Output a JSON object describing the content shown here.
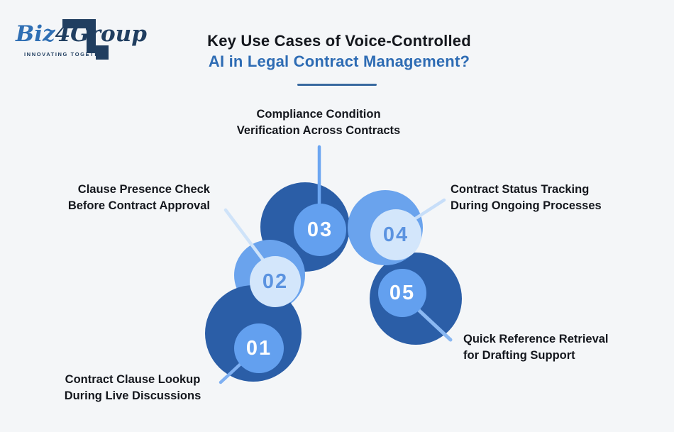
{
  "page": {
    "background": "#f4f6f8"
  },
  "logo": {
    "brand_prefix": "Biz",
    "brand_digit": "4",
    "brand_suffix": "Group",
    "tagline": "INNOVATING TOGETHER",
    "colors": {
      "prefix_blue": "#2f6fb4",
      "navy": "#203e60"
    }
  },
  "header": {
    "title_line1": "Key Use Cases of Voice-Controlled",
    "title_line2": "AI in Legal Contract Management?",
    "colors": {
      "line1": "#14171d",
      "line2": "#2e6cb4",
      "underline": "#38699f"
    }
  },
  "diagram": {
    "palette": {
      "dark_circle": "#2b5ea7",
      "outer_ring": "#6aa3ed",
      "medium_circle": "#63a0ef",
      "light_circle": "#d3e6fb",
      "number_on_medium": "#ffffff",
      "number_on_light": "#5b93e0",
      "label_text": "#14171d"
    },
    "steps": [
      {
        "number": "01",
        "label_line1": "Contract Clause Lookup",
        "label_line2": "During Live Discussions"
      },
      {
        "number": "02",
        "label_line1": "Clause Presence Check",
        "label_line2": "Before Contract Approval"
      },
      {
        "number": "03",
        "label_line1": "Compliance Condition",
        "label_line2": "Verification Across Contracts"
      },
      {
        "number": "04",
        "label_line1": "Contract Status Tracking",
        "label_line2": "During Ongoing Processes"
      },
      {
        "number": "05",
        "label_line1": "Quick Reference Retrieval",
        "label_line2": "for Drafting Support"
      }
    ],
    "connectors": [
      {
        "color": "#7fb0f2"
      },
      {
        "color": "#cfe3f9"
      },
      {
        "color": "#6ca6f1"
      },
      {
        "color": "#c7def9"
      },
      {
        "color": "#8ab8f2"
      }
    ]
  }
}
